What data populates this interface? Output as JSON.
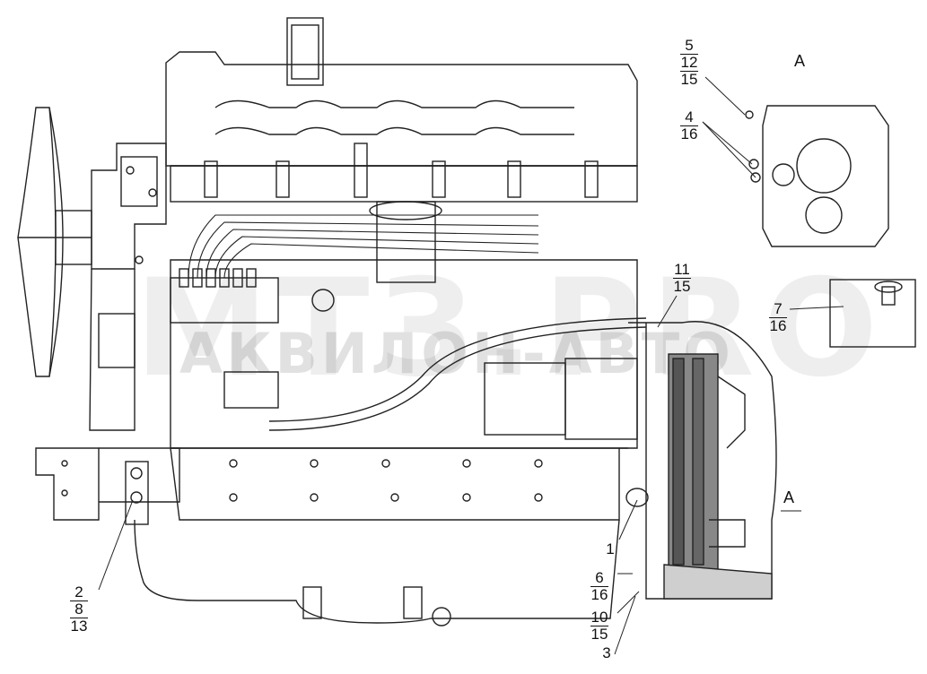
{
  "view_label": "А",
  "watermark": {
    "main": "МТЗ.PRO",
    "sub": "АКВИЛОН-АВТО"
  },
  "callouts": {
    "c1": [
      "5",
      "12",
      "15"
    ],
    "c2": [
      "4",
      "16"
    ],
    "c3": [
      "11",
      "15"
    ],
    "c4": [
      "7",
      "16"
    ],
    "c5": [
      "1"
    ],
    "c6": [
      "6",
      "16"
    ],
    "c7": [
      "10",
      "15"
    ],
    "c8": [
      "3"
    ],
    "c9": [
      "2",
      "8",
      "13"
    ]
  }
}
